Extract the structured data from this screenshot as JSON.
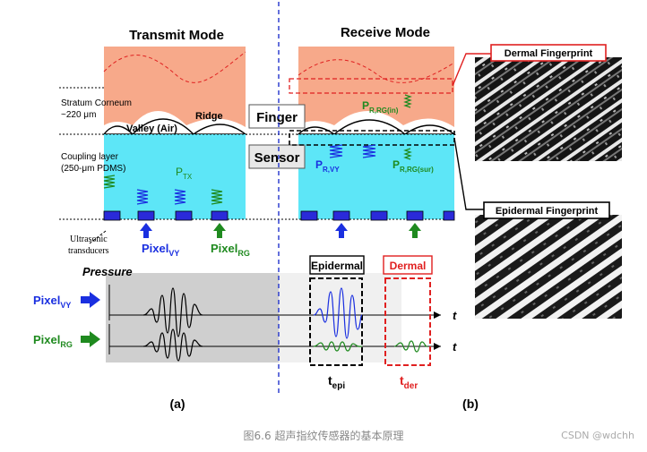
{
  "modes": {
    "transmit": "Transmit Mode",
    "receive": "Receive Mode"
  },
  "layers": {
    "stratum_1": "Stratum Corneum",
    "stratum_2": "~220 μm",
    "coupling_1": "Coupling layer",
    "coupling_2": "(250-μm PDMS)",
    "transducer_1": "Ultrasonic",
    "transducer_2": "transducers"
  },
  "labels": {
    "valley": "Valley (Air)",
    "ridge": "Ridge",
    "finger": "Finger",
    "sensor": "Sensor",
    "ptx_main": "P",
    "ptx_sub": "TX",
    "pr_vy_main": "P",
    "pr_vy_sub": "R,VY",
    "pr_rg_in_main": "P",
    "pr_rg_in_sub": "R,RG(in)",
    "pr_rg_sur_main": "P",
    "pr_rg_sur_sub": "R,RG(sur)",
    "pixel_vy_main": "Pixel",
    "pixel_vy_sub": "VY",
    "pixel_rg_main": "Pixel",
    "pixel_rg_sub": "RG",
    "pressure": "Pressure",
    "epidermal_box": "Epidermal",
    "dermal_box": "Dermal",
    "t_axis_1": "t",
    "t_axis_2": "t",
    "t_epi_main": "t",
    "t_epi_sub": "epi",
    "t_der_main": "t",
    "t_der_sub": "der",
    "panel_a": "(a)",
    "panel_b": "(b)",
    "dermal_fp": "Dermal Fingerprint",
    "epidermal_fp": "Epidermal Fingerprint"
  },
  "caption": "图6.6 超声指纹传感器的基本原理",
  "watermark": "CSDN @wdchh",
  "colors": {
    "skin": "#f7a98a",
    "coupling": "#5de6f7",
    "blue": "#1a2fe0",
    "green": "#1f8a1f",
    "red": "#e02020",
    "divider": "#2233cc"
  }
}
